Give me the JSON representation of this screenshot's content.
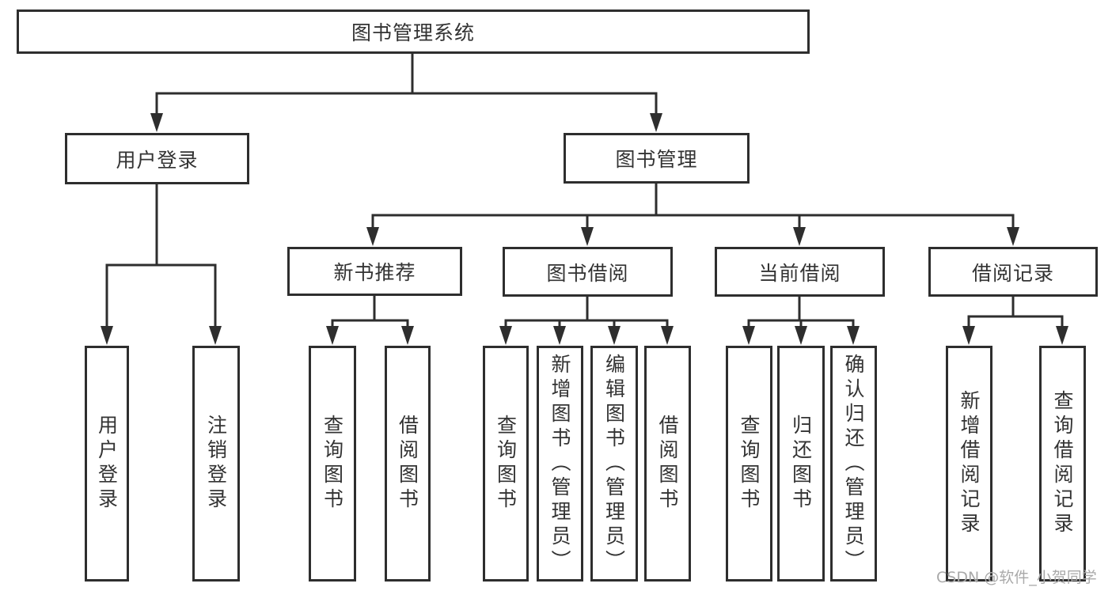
{
  "diagram_title": "图书管理系统",
  "colors": {
    "line": "#2e2e2e",
    "box_border": "#2e2e2e",
    "text": "#333333",
    "background": "#ffffff",
    "watermark": "#a9a9a9"
  },
  "tree": {
    "root": {
      "label": "图书管理系统",
      "children": [
        {
          "label": "用户登录",
          "children": [
            {
              "label": "用户登录"
            },
            {
              "label": "注销登录"
            }
          ]
        },
        {
          "label": "图书管理",
          "children": [
            {
              "label": "新书推荐",
              "children": [
                {
                  "label": "查询图书"
                },
                {
                  "label": "借阅图书"
                }
              ]
            },
            {
              "label": "图书借阅",
              "children": [
                {
                  "label": "查询图书"
                },
                {
                  "label": "新增图书（管理员）"
                },
                {
                  "label": "编辑图书（管理员）"
                },
                {
                  "label": "借阅图书"
                }
              ]
            },
            {
              "label": "当前借阅",
              "children": [
                {
                  "label": "查询图书"
                },
                {
                  "label": "归还图书"
                },
                {
                  "label": "确认归还（管理员）"
                }
              ]
            },
            {
              "label": "借阅记录",
              "children": [
                {
                  "label": "新增借阅记录"
                },
                {
                  "label": "查询借阅记录"
                }
              ]
            }
          ]
        }
      ]
    }
  },
  "watermark": {
    "text": "CSDN @软件_小贺同学"
  }
}
